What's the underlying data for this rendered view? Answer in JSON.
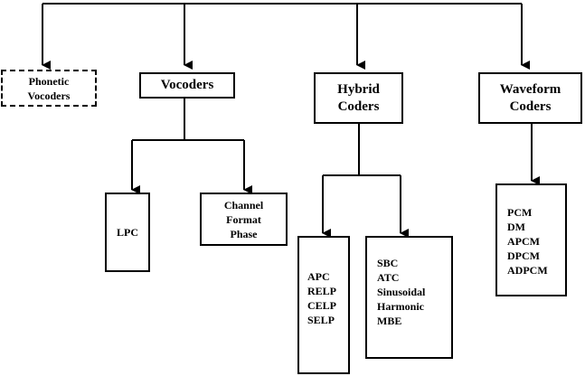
{
  "nodes": {
    "phonetic_vocoders": {
      "lines": [
        "Phonetic",
        "Vocoders"
      ]
    },
    "vocoders": {
      "lines": [
        "Vocoders"
      ]
    },
    "hybrid_coders": {
      "lines": [
        "Hybrid",
        "Coders"
      ]
    },
    "waveform_coders": {
      "lines": [
        "Waveform",
        "Coders"
      ]
    },
    "lpc": {
      "lines": [
        "LPC"
      ]
    },
    "channel_format_phase": {
      "lines": [
        "Channel",
        "Format",
        "Phase"
      ]
    },
    "apc_group": {
      "lines": [
        "APC",
        "RELP",
        "CELP",
        "SELP"
      ]
    },
    "sbc_group": {
      "lines": [
        "SBC",
        "ATC",
        "Sinusoidal",
        "Harmonic",
        "MBE"
      ]
    },
    "pcm_group": {
      "lines": [
        "PCM",
        "DM",
        "APCM",
        "DPCM",
        "ADPCM"
      ]
    }
  }
}
